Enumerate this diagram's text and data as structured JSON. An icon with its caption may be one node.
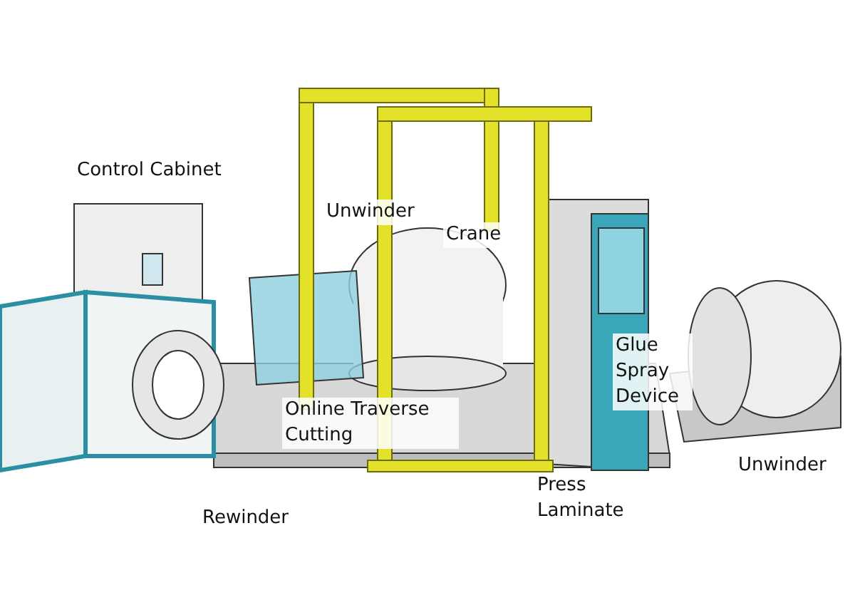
{
  "diagram": {
    "labels": [
      "Control Cabinet",
      "Unwinder",
      "Crane",
      "Glue Spray Device",
      "Online Traverse Cutting",
      "Unwinder",
      "Press Laminate",
      "Rewinder"
    ]
  }
}
